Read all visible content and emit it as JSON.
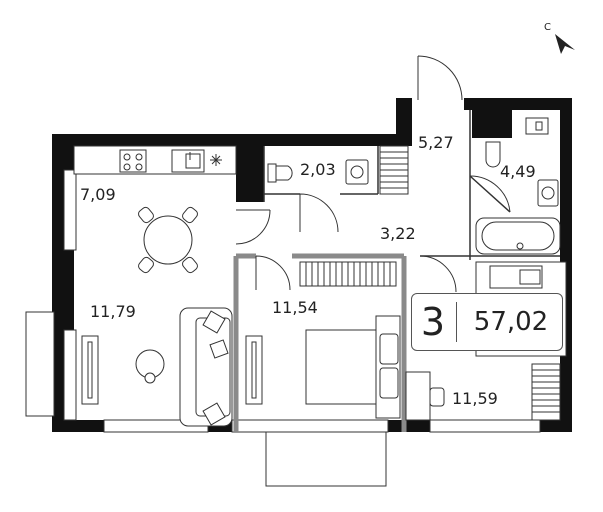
{
  "summary": {
    "rooms": "3",
    "total_area": "57,02"
  },
  "compass": {
    "letter": "С"
  },
  "rooms": {
    "kitchen": "7,09",
    "living_room": "11,79",
    "bathroom_small": "2,03",
    "corridor_top": "5,27",
    "bathroom_right": "4,49",
    "hall": "3,22",
    "bedroom_middle": "11,54",
    "bedroom_right": "11,59"
  },
  "colors": {
    "wall": "#111111",
    "partition": "#8a8a8a",
    "line": "#333333",
    "accent": "#222222"
  }
}
